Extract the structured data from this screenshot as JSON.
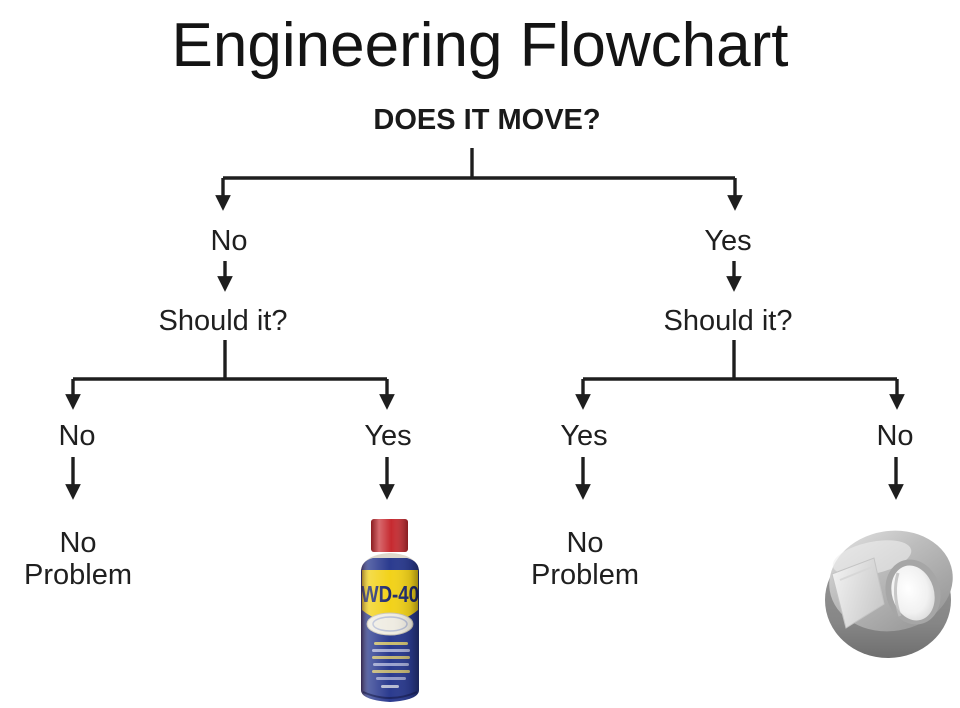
{
  "title": "Engineering Flowchart",
  "root_question": "DOES IT MOVE?",
  "left_branch": {
    "answer": "No",
    "question": "Should it?",
    "no_label": "No",
    "yes_label": "Yes",
    "no_result": "No\nProblem",
    "yes_result_image": "wd40-can"
  },
  "right_branch": {
    "answer": "Yes",
    "question": "Should it?",
    "yes_label": "Yes",
    "no_label": "No",
    "yes_result": "No\nProblem",
    "no_result_image": "duct-tape-roll"
  },
  "wd40_can": {
    "label": "WD-40",
    "cap_color": "#c6292f",
    "body_color": "#2b3b8f",
    "band_color": "#f2d21a",
    "logo_color": "#1f2a6e"
  },
  "duct_tape": {
    "side_color": "#8d8d8d",
    "face_color": "#c2c2c2",
    "core_color": "#f5f5f5"
  },
  "colors": {
    "background": "#ffffff",
    "line": "#1e1e1e",
    "text": "#1f1f1f"
  }
}
